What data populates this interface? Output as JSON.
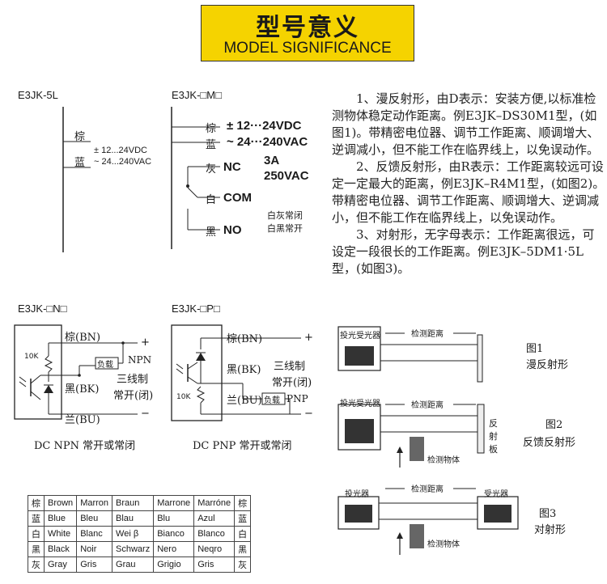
{
  "banner": {
    "title_zh": "型号意义",
    "title_en": "MODEL SIGNIFICANCE"
  },
  "diag1": {
    "model": "E3JK-5L",
    "brown": "棕",
    "blue": "蓝",
    "v1": "± 12...24VDC",
    "v2": "~ 24...240VAC"
  },
  "diag2": {
    "model": "E3JK-□M□",
    "brown": "棕",
    "blue": "蓝",
    "gray": "灰",
    "white": "白",
    "black": "黑",
    "v1": "± 12···24VDC",
    "v2": "~ 24···240VAC",
    "rating1": "3A",
    "rating2": "250VAC",
    "nc": "NC",
    "com": "COM",
    "no": "NO",
    "note1": "白灰常闭",
    "note2": "白黑常开"
  },
  "diag3": {
    "model": "E3JK-□N□",
    "bn": "棕(BN)",
    "bk": "黑(BK)",
    "bu": "兰(BU)",
    "load": "负载",
    "npn": "NPN",
    "three": "三线制",
    "state": "常开(闭)",
    "plus": "+",
    "minus": "−",
    "res": "10K",
    "caption": "DC NPN 常开或常闭"
  },
  "diag4": {
    "model": "E3JK-□P□",
    "bn": "棕(BN)",
    "bk": "黑(BK)",
    "bu": "兰(BU)",
    "load": "负载",
    "pnp": "PNP",
    "three": "三线制",
    "state": "常开(闭)",
    "plus": "+",
    "minus": "−",
    "res": "10K",
    "caption": "DC PNP 常开或常闭"
  },
  "text": {
    "p1": "1、漫反射形，由D表示：安装方便,以标准检测物体稳定动作距离。例E3JK–DS30M1型，(如图1)。带精密电位器、调节工作距离、顺调增大、逆调减小，但不能工作在临界线上，以免误动作。",
    "p2": "2、反馈反射形，由R表示：工作距离较远可设定一定最大的距离，例E3JK–R4M1型，(如图2)。带精密电位器、调节工作距离、顺调增大、逆调减小，但不能工作在临界线上，以免误动作。",
    "p3": "3、对射形，无字母表示：工作距离很远，可设定一段很长的工作距离。例E3JK–5DM1·5L型，(如图3)。"
  },
  "figs": {
    "f1": {
      "sensor": "投光受光器",
      "dist": "检测距离",
      "label": "图1",
      "name": "漫反射形"
    },
    "f2": {
      "sensor": "投光受光器",
      "dist": "检测距离",
      "reflector": "反射板",
      "object": "检测物体",
      "label": "图2",
      "name": "反馈反射形"
    },
    "f3": {
      "emitter": "投光器",
      "receiver": "受光器",
      "dist": "检测距离",
      "object": "检测物体",
      "label": "图3",
      "name": "对射形"
    }
  },
  "color_table": {
    "rows": [
      [
        "棕",
        "Brown",
        "Marron",
        "Braun",
        "Marrone",
        "Marróne",
        "棕"
      ],
      [
        "蓝",
        "Blue",
        "Bleu",
        "Blau",
        "Blu",
        "Azul",
        "蓝"
      ],
      [
        "白",
        "White",
        "Blanc",
        "Wei β",
        "Bianco",
        "Blanco",
        "白"
      ],
      [
        "黑",
        "Black",
        "Noir",
        "Schwarz",
        "Nero",
        "Neqro",
        "黑"
      ],
      [
        "灰",
        "Gray",
        "Gris",
        "Grau",
        "Grigio",
        "Gris",
        "灰"
      ]
    ]
  },
  "colors": {
    "banner": "#f5d300",
    "line": "#222222"
  }
}
